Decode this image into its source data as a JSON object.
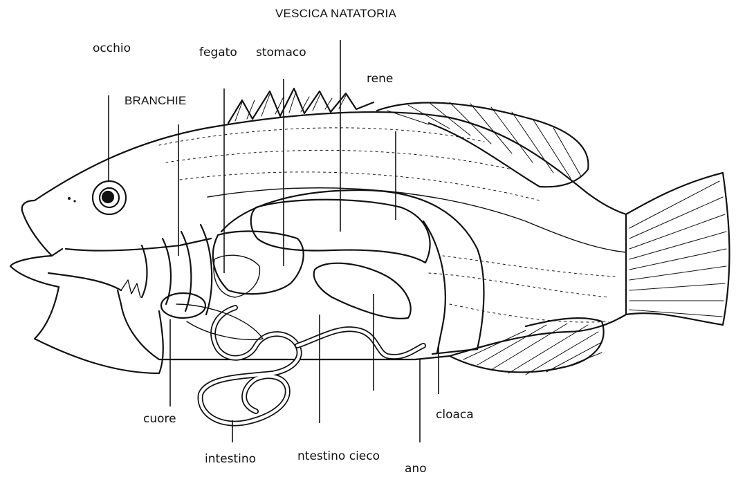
{
  "labels": {
    "vescica": "VESCICA NATATORIA",
    "occhio": "occhio",
    "fegato": "fegato",
    "stomaco": "stomaco",
    "rene": "rene",
    "branchie": "BRANCHIE",
    "cuore": "cuore",
    "intestino": "intestino",
    "cieco": "ntestino cieco",
    "ano": "ano",
    "cloaca": "cloaca"
  },
  "colors": {
    "ink": "#111111",
    "background": "#ffffff"
  }
}
